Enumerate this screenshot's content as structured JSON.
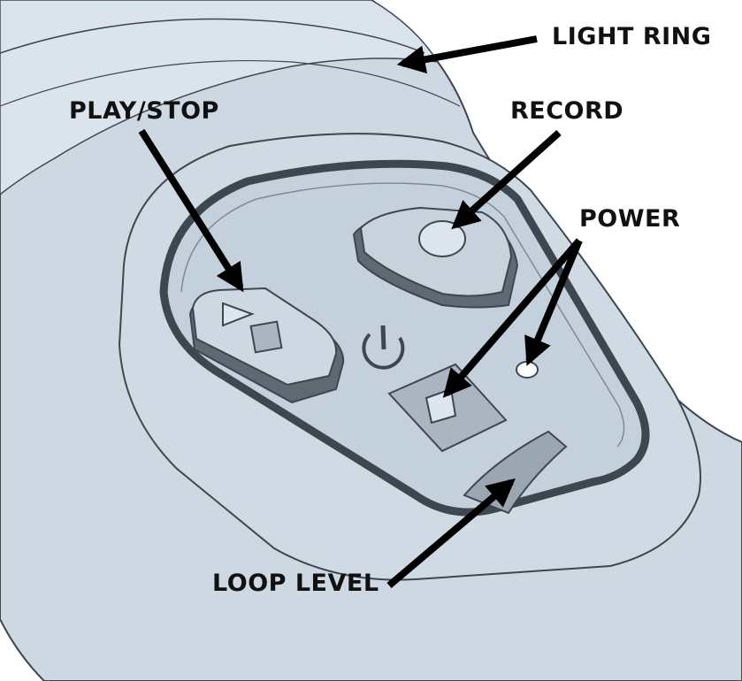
{
  "labels": {
    "light_ring": "LIGHT RING",
    "play_stop": "PLAY/STOP",
    "record": "RECORD",
    "power": "POWER",
    "loop_level": "LOOP LEVEL"
  },
  "colors": {
    "body_fill": "#cdd8e3",
    "body_light": "#dbe3ec",
    "panel_fill": "#c4d0dc",
    "outline": "#3e4650",
    "dark_button": "#5f6873",
    "arrow": "#000000",
    "label_text": "#111111"
  },
  "icons": [
    "play-icon",
    "stop-icon",
    "power-symbol-icon"
  ]
}
